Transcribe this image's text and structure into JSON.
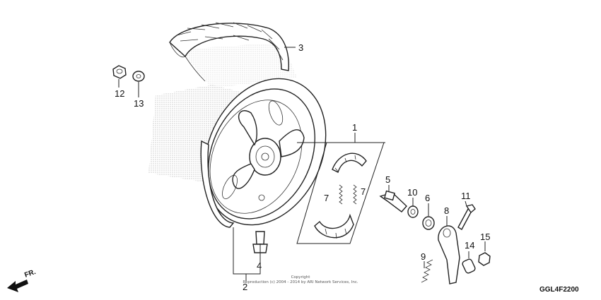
{
  "diagram": {
    "code": "GGL4F2200",
    "copyright_lines": [
      "Copyright",
      "Reproduction (c) 2004 - 2014 by ARI Network Services, Inc."
    ],
    "front_indicator": "FR.",
    "callouts": {
      "tire": "3",
      "wheel": "2",
      "brake_shoe_set": "1",
      "valve": "4",
      "cam": "5",
      "spring_left": "7",
      "spring_right": "7",
      "washer_10": "10",
      "seal_6": "6",
      "bolt_11": "11",
      "arm_8": "8",
      "spring_9": "9",
      "pin_14": "14",
      "nut_15": "15",
      "nut_12": "12",
      "washer_13": "13"
    }
  }
}
